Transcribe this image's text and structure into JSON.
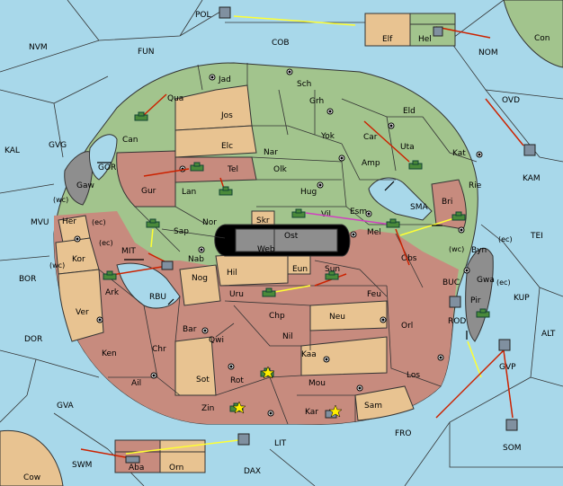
{
  "colors": {
    "sea": "#a8d8ea",
    "green": "#a2c48d",
    "tan": "#e8c391",
    "red": "#c78b7e",
    "grey": "#8e8e8e",
    "black": "#000000",
    "yellow_arrow": "#ffff33",
    "red_arrow": "#cc2200",
    "magenta_arrow": "#d040c0"
  },
  "regions": {
    "POL": "POL",
    "Elf": "Elf",
    "Hel": "Hel",
    "Con": "Con",
    "NVM": "NVM",
    "FUN": "FUN",
    "COB": "COB",
    "NOM": "NOM",
    "Jad": "Jad",
    "Sch": "Sch",
    "Qua": "Qua",
    "Jos": "Jos",
    "Grh": "Grh",
    "Eld": "Eld",
    "OVD": "OVD",
    "Can": "Can",
    "Elc": "Elc",
    "Yok": "Yok",
    "Car": "Car",
    "Uta": "Uta",
    "KAL": "KAL",
    "GVG": "GVG",
    "Nar": "Nar",
    "Kat": "Kat",
    "GOR": "GOR",
    "Tel": "Tel",
    "Olk": "Olk",
    "Amp": "Amp",
    "KAM": "KAM",
    "Gur": "Gur",
    "Gaw": "Gaw",
    "Lan": "Lan",
    "Hug": "Hug",
    "Rie": "Rie",
    "Esm": "Esm",
    "SMA": "SMA",
    "Bri": "Bri",
    "wc1": "(wc)",
    "Her": "Her",
    "ec1": "(ec)",
    "Nor": "Nor",
    "Vil": "Vil",
    "MVU": "MVU",
    "Skr": "Skr",
    "Sap": "Sap",
    "Ost": "Ost",
    "Mel": "Mel",
    "TEI": "TEI",
    "ec2": "(ec)",
    "MIT": "MIT",
    "Web": "Web",
    "wc2": "(wc)",
    "Byn": "Byn",
    "ec3": "(ec)",
    "Kor": "Kor",
    "wc3": "(wc)",
    "Nab": "Nab",
    "Obs": "Obs",
    "BOR": "BOR",
    "Hil": "Hil",
    "Eun": "Eun",
    "Sun": "Sun",
    "Gwa": "Gwa",
    "ec4": "(ec)",
    "Nog": "Nog",
    "BUC": "BUC",
    "RBU": "RBU",
    "Ark": "Ark",
    "Pir": "Pir",
    "KUP": "KUP",
    "Uru": "Uru",
    "Feu": "Feu",
    "Ver": "Ver",
    "Chp": "Chp",
    "Neu": "Neu",
    "Orl": "Orl",
    "ROD": "ROD",
    "DOR": "DOR",
    "Bar": "Bar",
    "Qwi": "Qwi",
    "Nil": "Nil",
    "ALT": "ALT",
    "Ken": "Ken",
    "Chr": "Chr",
    "Kaa": "Kaa",
    "GVP": "GVP",
    "Los": "Los",
    "Ail": "Ail",
    "Sot": "Sot",
    "Rot": "Rot",
    "Mou": "Mou",
    "GVA": "GVA",
    "Zin": "Zin",
    "Kar": "Kar",
    "Sam": "Sam",
    "FRO": "FRO",
    "LIT": "LIT",
    "SOM": "SOM",
    "SWM": "SWM",
    "Aba": "Aba",
    "Orn": "Orn",
    "DAX": "DAX",
    "Cow": "Cow"
  }
}
